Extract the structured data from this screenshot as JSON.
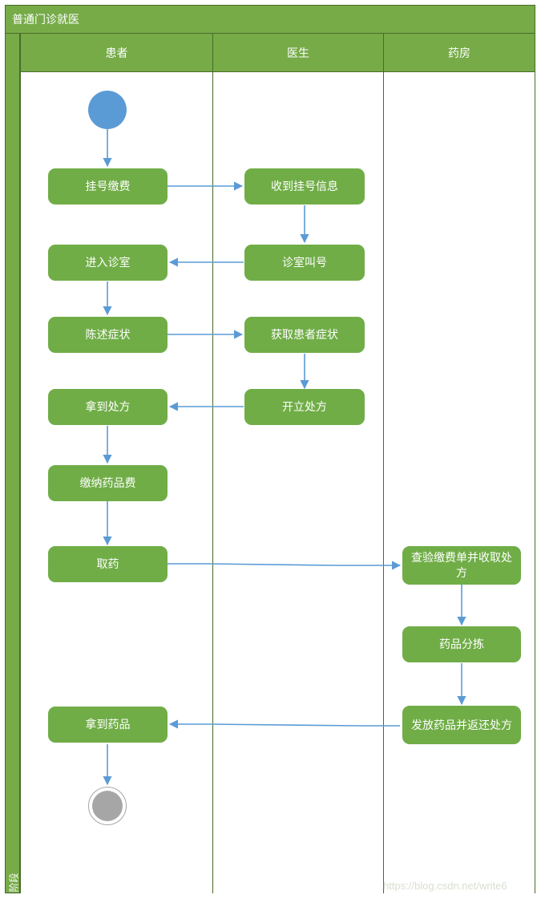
{
  "diagram": {
    "title": "普通门诊就医",
    "phase_label": "阶段",
    "watermark": "https://blog.csdn.net/write6",
    "colors": {
      "lane_header": "#76ab48",
      "lane_border": "#4a6b28",
      "node_fill": "#70ad47",
      "start_node": "#5b9bd5",
      "end_node": "#a6a6a6",
      "connector": "#5b9bd5",
      "node_text": "#ffffff"
    },
    "lanes": [
      {
        "label": "患者"
      },
      {
        "label": "医生"
      },
      {
        "label": "药房"
      }
    ],
    "nodes": {
      "start": "",
      "patient": [
        {
          "label": "挂号缴费"
        },
        {
          "label": "进入诊室"
        },
        {
          "label": "陈述症状"
        },
        {
          "label": "拿到处方"
        },
        {
          "label": "缴纳药品费"
        },
        {
          "label": "取药"
        },
        {
          "label": "拿到药品"
        }
      ],
      "doctor": [
        {
          "label": "收到挂号信息"
        },
        {
          "label": "诊室叫号"
        },
        {
          "label": "获取患者症状"
        },
        {
          "label": "开立处方"
        }
      ],
      "pharmacy": [
        {
          "label": "查验缴费单并收取处方"
        },
        {
          "label": "药品分拣"
        },
        {
          "label": "发放药品并返还处方"
        }
      ],
      "end": ""
    }
  }
}
